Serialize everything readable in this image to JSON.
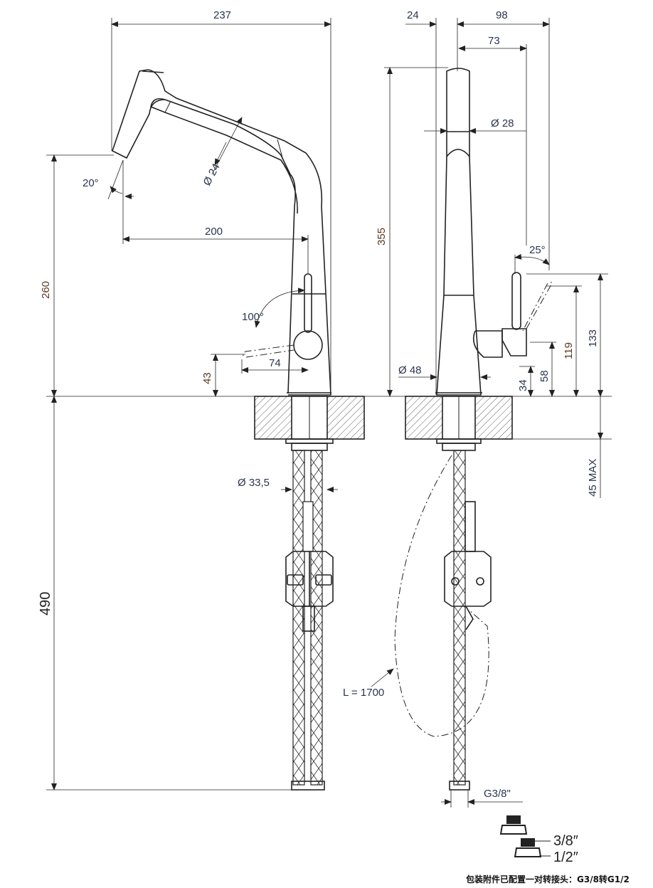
{
  "side_view": {
    "dim_width_total": "237",
    "dim_head_angle": "20°",
    "dim_hose_diameter": "Ø 24",
    "dim_reach": "200",
    "dim_height": "260",
    "dim_lever_angle": "100°",
    "dim_lever_height": "43",
    "dim_lever_reach": "74",
    "dim_shank_diameter": "Ø 33,5",
    "dim_hose_length": "490"
  },
  "front_view": {
    "dim_offset": "24",
    "dim_depth": "98",
    "dim_lever_depth": "73",
    "dim_spout_diameter": "Ø 28",
    "dim_total_height": "355",
    "dim_lever_angle": "25°",
    "dim_base_diameter": "Ø 48",
    "dim_34": "34",
    "dim_58": "58",
    "dim_119": "119",
    "dim_133": "133",
    "dim_counter_max": "45 MAX",
    "dim_pullout_length": "L = 1700",
    "dim_thread": "G3/8\""
  },
  "adapters": {
    "size_a": "3/8″",
    "size_b": "1/2″",
    "caption": "包装附件已配置一对转接头：G3/8转G1/2"
  }
}
